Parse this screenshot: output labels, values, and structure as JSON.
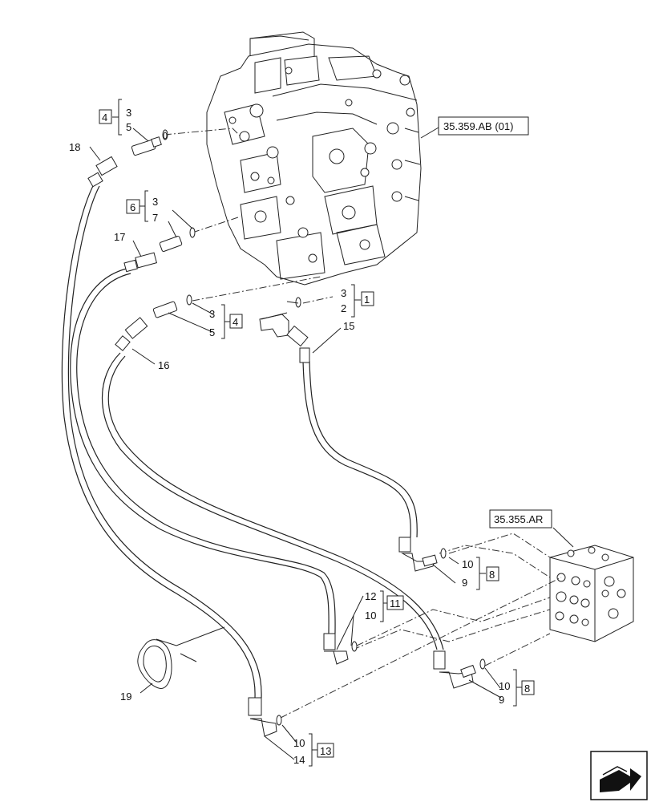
{
  "references": {
    "control_valve": "35.359.AB (01)",
    "manifold": "35.355.AR"
  },
  "callouts": {
    "c18": "18",
    "c17": "17",
    "c16": "16",
    "c15": "15",
    "c19": "19",
    "c3a": "3",
    "c5a": "5",
    "c3b": "3",
    "c7b": "7",
    "c3c": "3",
    "c5c": "5",
    "c3d": "3",
    "c2d": "2",
    "c12": "12",
    "c10e": "10",
    "c10f": "10",
    "c9f": "9",
    "c10g": "10",
    "c9g": "9",
    "c10h": "10",
    "c14h": "14"
  },
  "kits": {
    "k4a": "4",
    "k6": "6",
    "k4b": "4",
    "k1": "1",
    "k11": "11",
    "k8a": "8",
    "k8b": "8",
    "k13": "13"
  },
  "icons": {
    "corner": "next-page-arrow-icon"
  }
}
